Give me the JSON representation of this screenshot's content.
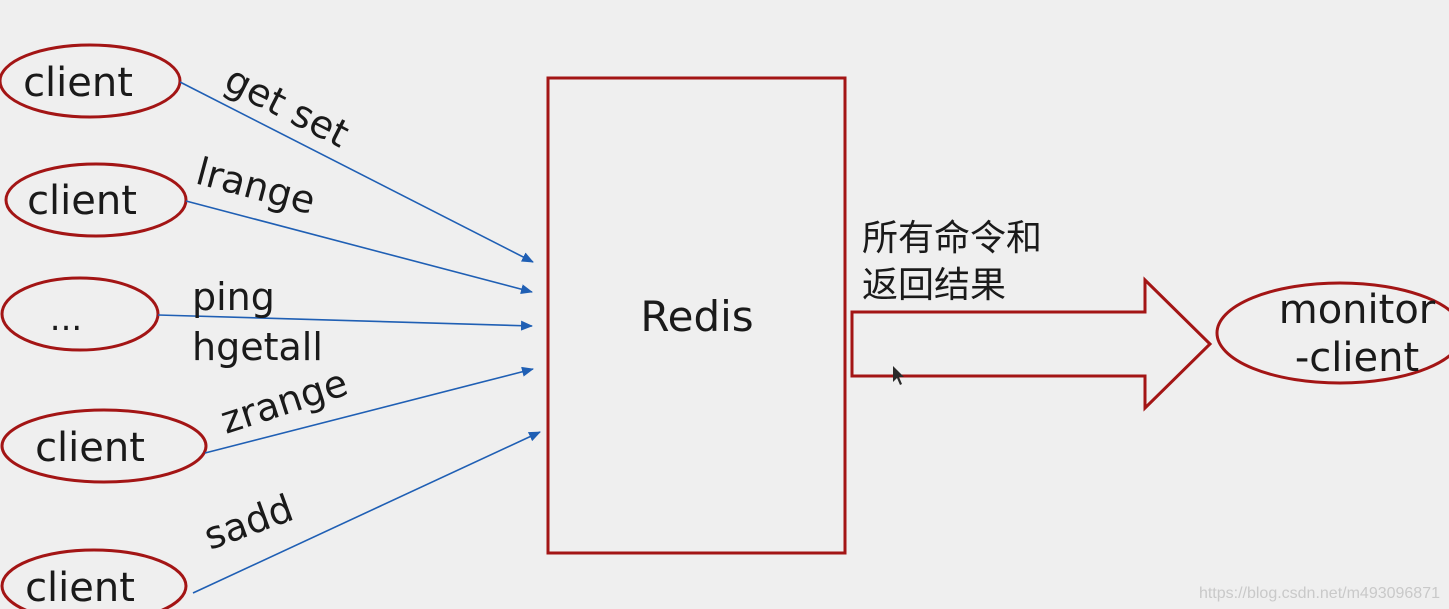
{
  "clients": {
    "c1": "client",
    "c2": "client",
    "c3": "...",
    "c4": "client",
    "c5": "client"
  },
  "commands": {
    "get_set": "get set",
    "lrange": "lrange",
    "ping": "ping",
    "hgetall": "hgetall",
    "zrange": "zrange",
    "sadd": "sadd"
  },
  "server": {
    "label": "Redis"
  },
  "flow": {
    "line1": "所有命令和",
    "line2": "返回结果"
  },
  "monitor": {
    "line1": "monitor",
    "line2": "-client"
  },
  "watermark": "https://blog.csdn.net/m493096871",
  "colors": {
    "ellipse_stroke": "#a31515",
    "arrow_line": "#1f5fb4",
    "background": "#efefef"
  }
}
